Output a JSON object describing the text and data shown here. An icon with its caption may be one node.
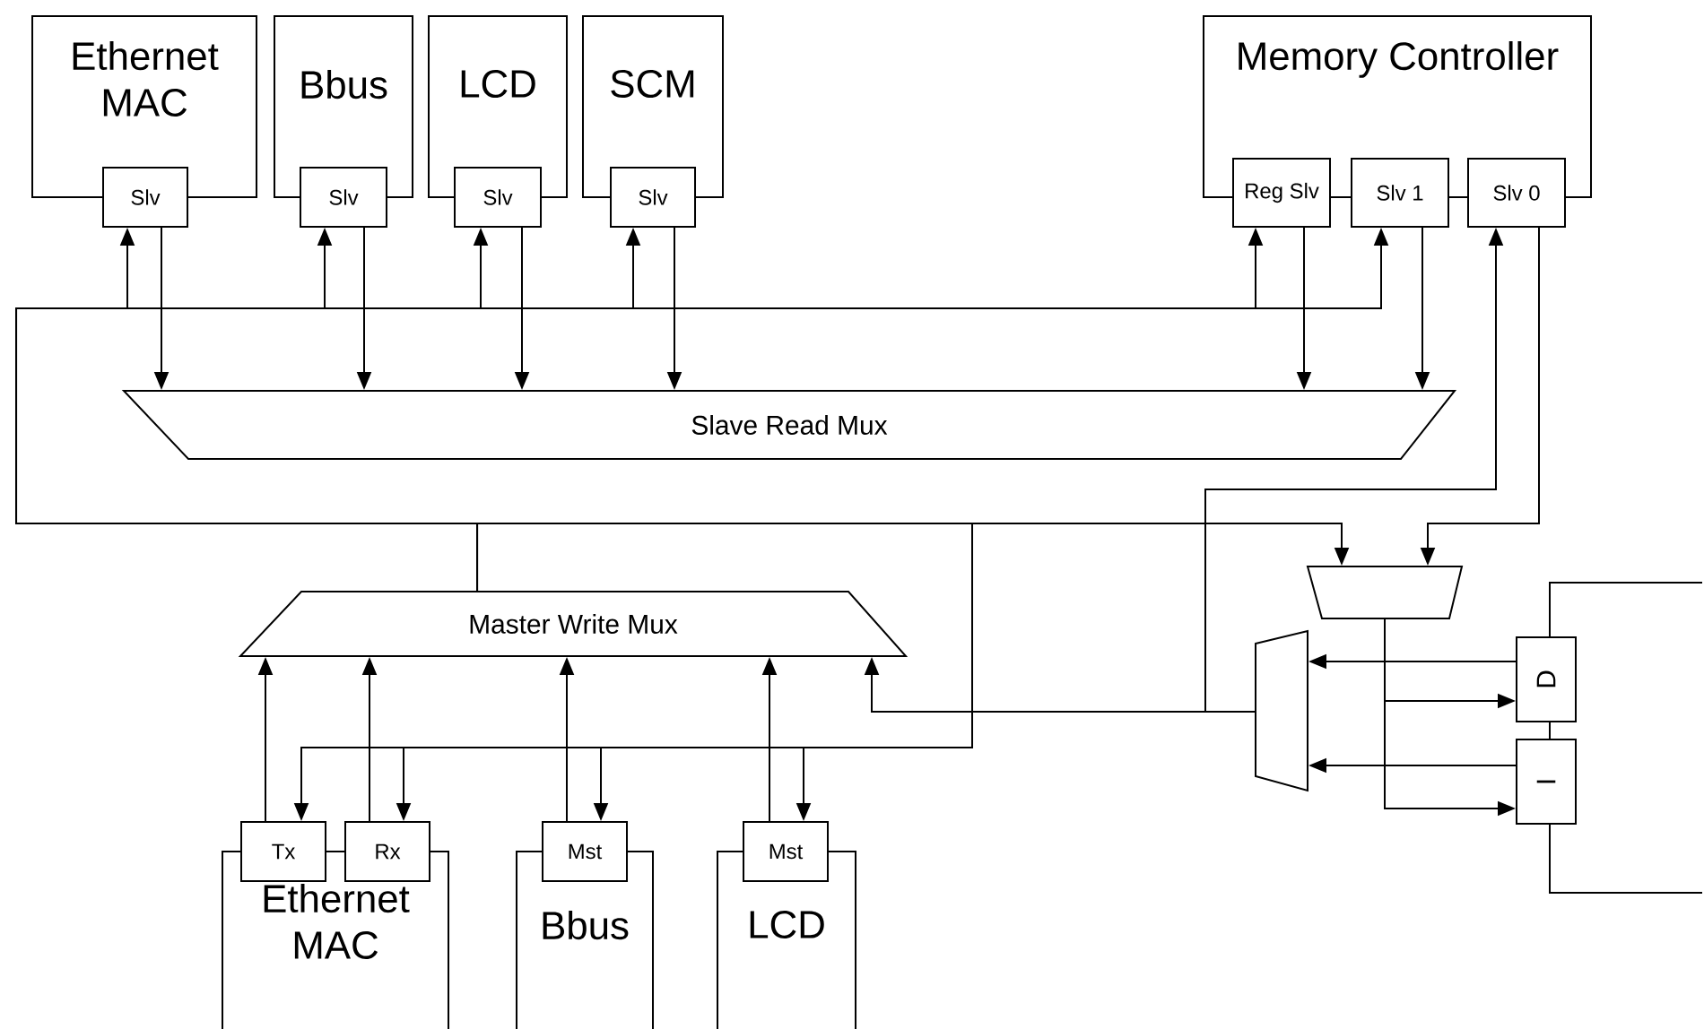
{
  "diagram": {
    "nodes": [
      {
        "text": [
          "Ethernet MAC"
        ]
      },
      {
        "text": [
          "Slv"
        ]
      },
      {
        "text": [
          "Bbus"
        ]
      },
      {
        "text": [
          "Slv"
        ]
      },
      {
        "text": [
          "LCD"
        ]
      },
      {
        "text": [
          "Slv"
        ]
      },
      {
        "text": [
          "SCM"
        ]
      },
      {
        "text": [
          "Slv"
        ]
      },
      {
        "text": [
          "Memory Controller"
        ]
      },
      {
        "text": [
          "Reg Slv"
        ]
      },
      {
        "text": [
          "Slv 1"
        ]
      },
      {
        "text": [
          "Slv 0"
        ]
      },
      {
        "text": [
          "Slave Read Mux"
        ]
      },
      {
        "text": [
          "Master Write Mux"
        ]
      },
      {
        "text": [],
        "shape": "trapezoid"
      },
      {
        "text": [],
        "shape": "trapezoid"
      },
      {
        "text": [],
        "shape": "box"
      },
      {
        "text": [
          "D"
        ]
      },
      {
        "text": [
          "I"
        ]
      },
      {
        "text": [
          "Ethernet MAC"
        ]
      },
      {
        "text": [
          "Tx"
        ]
      },
      {
        "text": [
          "Rx"
        ]
      },
      {
        "text": [
          "Bbus"
        ]
      },
      {
        "text": [
          "Mst"
        ]
      },
      {
        "text": [
          "LCD"
        ]
      },
      {
        "text": [
          "Mst"
        ]
      }
    ],
    "edges": [
      {
        "from": 13,
        "to": 1,
        "arrow": "to"
      },
      {
        "from": 13,
        "to": 3,
        "arrow": "to"
      },
      {
        "from": 13,
        "to": 5,
        "arrow": "to"
      },
      {
        "from": 13,
        "to": 7,
        "arrow": "to"
      },
      {
        "from": 13,
        "to": 9,
        "arrow": "to"
      },
      {
        "from": 13,
        "to": 10,
        "arrow": "to"
      },
      {
        "from": 13,
        "to": 14,
        "arrow": "to"
      },
      {
        "from": 13,
        "to": 20,
        "arrow": "to"
      },
      {
        "from": 13,
        "to": 21,
        "arrow": "to"
      },
      {
        "from": 13,
        "to": 23,
        "arrow": "to"
      },
      {
        "from": 13,
        "to": 25,
        "arrow": "to"
      },
      {
        "from": 1,
        "to": 12,
        "arrow": "to"
      },
      {
        "from": 3,
        "to": 12,
        "arrow": "to"
      },
      {
        "from": 5,
        "to": 12,
        "arrow": "to"
      },
      {
        "from": 7,
        "to": 12,
        "arrow": "to"
      },
      {
        "from": 9,
        "to": 12,
        "arrow": "to"
      },
      {
        "from": 10,
        "to": 12,
        "arrow": "to"
      },
      {
        "from": 11,
        "to": 14,
        "arrow": "to"
      },
      {
        "from": 15,
        "to": 11,
        "arrow": "to"
      },
      {
        "from": 15,
        "to": 13,
        "arrow": "to"
      },
      {
        "from": 14,
        "to": 17,
        "arrow": "to"
      },
      {
        "from": 14,
        "to": 18,
        "arrow": "to"
      },
      {
        "from": 17,
        "to": 15,
        "arrow": "to"
      },
      {
        "from": 18,
        "to": 15,
        "arrow": "to"
      },
      {
        "from": 20,
        "to": 13,
        "arrow": "to"
      },
      {
        "from": 21,
        "to": 13,
        "arrow": "to"
      },
      {
        "from": 23,
        "to": 13,
        "arrow": "to"
      },
      {
        "from": 25,
        "to": 13,
        "arrow": "to"
      }
    ]
  }
}
